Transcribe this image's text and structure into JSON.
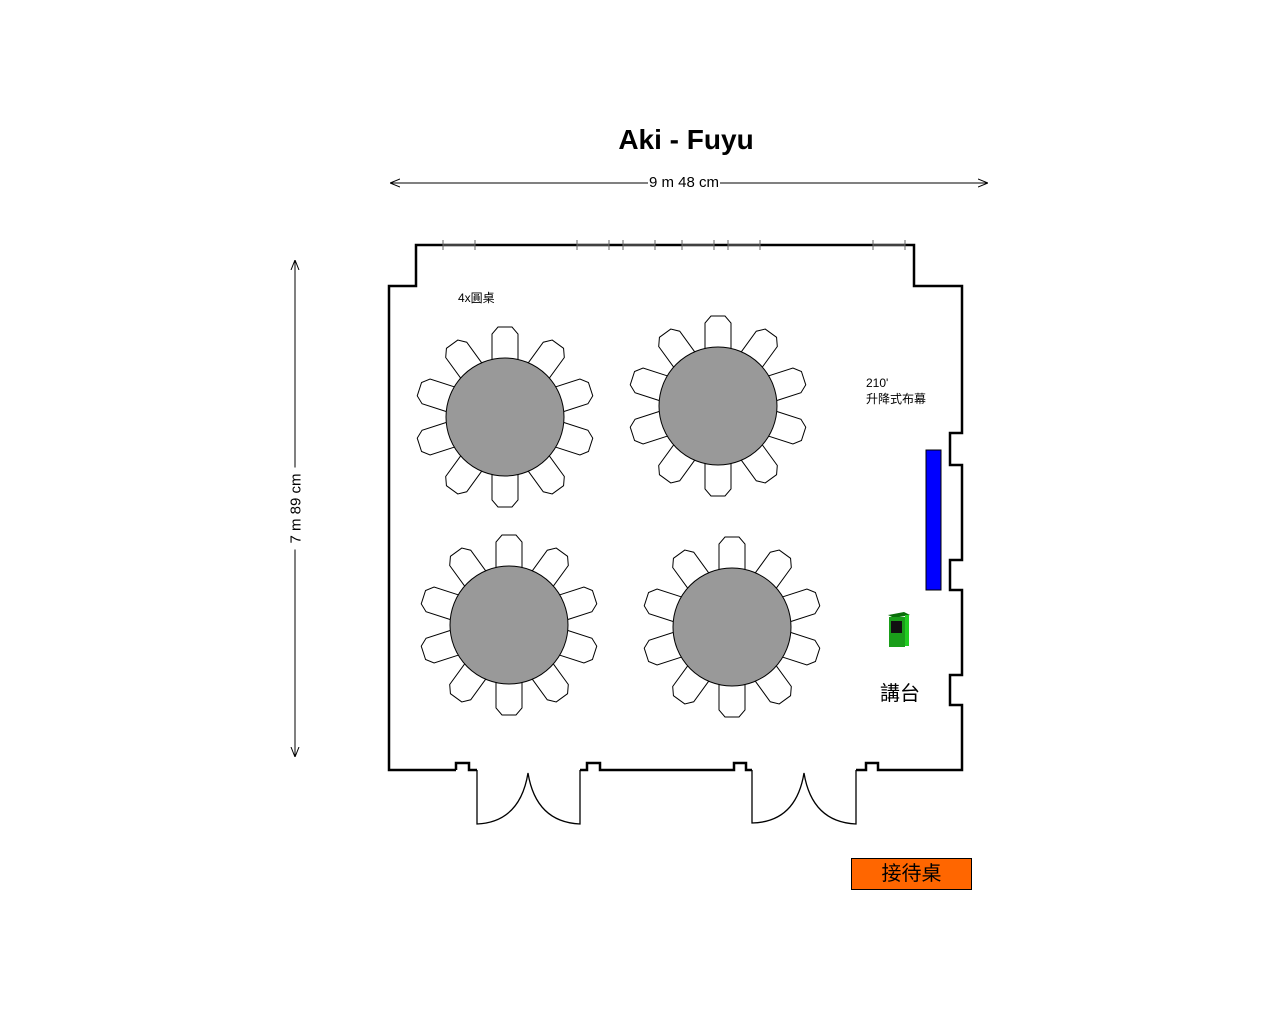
{
  "title": "Aki - Fuyu",
  "dimensions": {
    "width": "9 m 48 cm",
    "height": "7 m 89 cm"
  },
  "tables": {
    "label": "4x圓桌",
    "count": 4,
    "chairs_per_table": 10
  },
  "screen": {
    "size": "210'",
    "label": "升降式布幕",
    "color": "#0000ff"
  },
  "podium": {
    "label": "講台",
    "color": "#1a9e1a"
  },
  "reception": {
    "label": "接待桌",
    "color": "#ff6600"
  },
  "colors": {
    "table": "#999999",
    "wall": "#000000",
    "window": "#666666"
  }
}
